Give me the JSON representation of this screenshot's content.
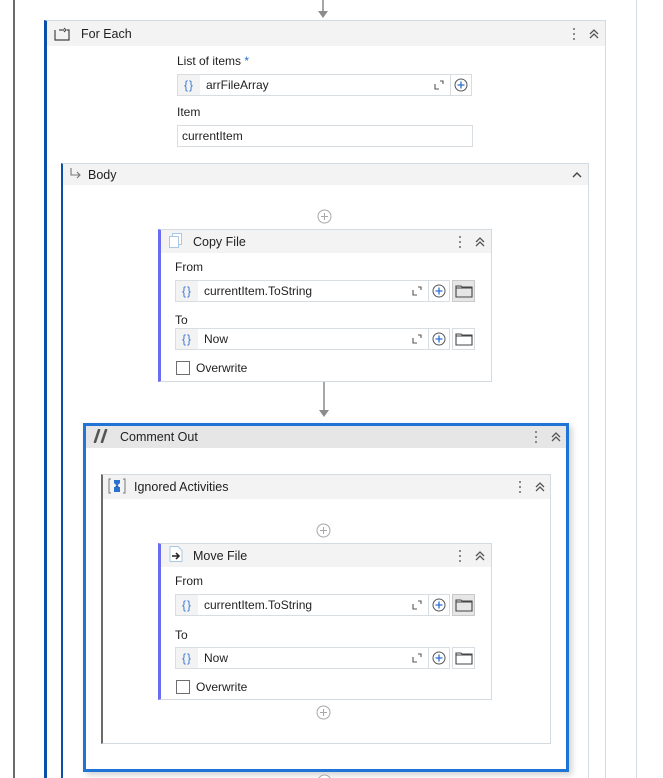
{
  "for_each": {
    "title": "For Each",
    "icon": "for-each-icon",
    "list_label": "List of items",
    "list_required_mark": "*",
    "list_value": "arrFileArray",
    "item_label": "Item",
    "item_value": "currentItem"
  },
  "body": {
    "title": "Body",
    "icon": "body-arrow-icon"
  },
  "copy_file": {
    "title": "Copy File",
    "icon": "copy-file-icon",
    "from_label": "From",
    "from_value": "currentItem.ToString",
    "to_label": "To",
    "to_value": "Now",
    "overwrite_label": "Overwrite",
    "overwrite_checked": false
  },
  "comment_out": {
    "title": "Comment Out",
    "icon": "comment-out-icon"
  },
  "ignored_activities": {
    "title": "Ignored Activities",
    "icon": "sequence-icon"
  },
  "move_file": {
    "title": "Move File",
    "icon": "move-file-icon",
    "from_label": "From",
    "from_value": "currentItem.ToString",
    "to_label": "To",
    "to_value": "Now",
    "overwrite_label": "Overwrite",
    "overwrite_checked": false
  },
  "glyphs": {
    "brace": "{}"
  },
  "colors": {
    "for_each_accent": "#0b4fa8",
    "activity_accent": "#6c6cf0",
    "selected_border": "#1f74d6",
    "plus_blue": "#2b6fcf"
  }
}
